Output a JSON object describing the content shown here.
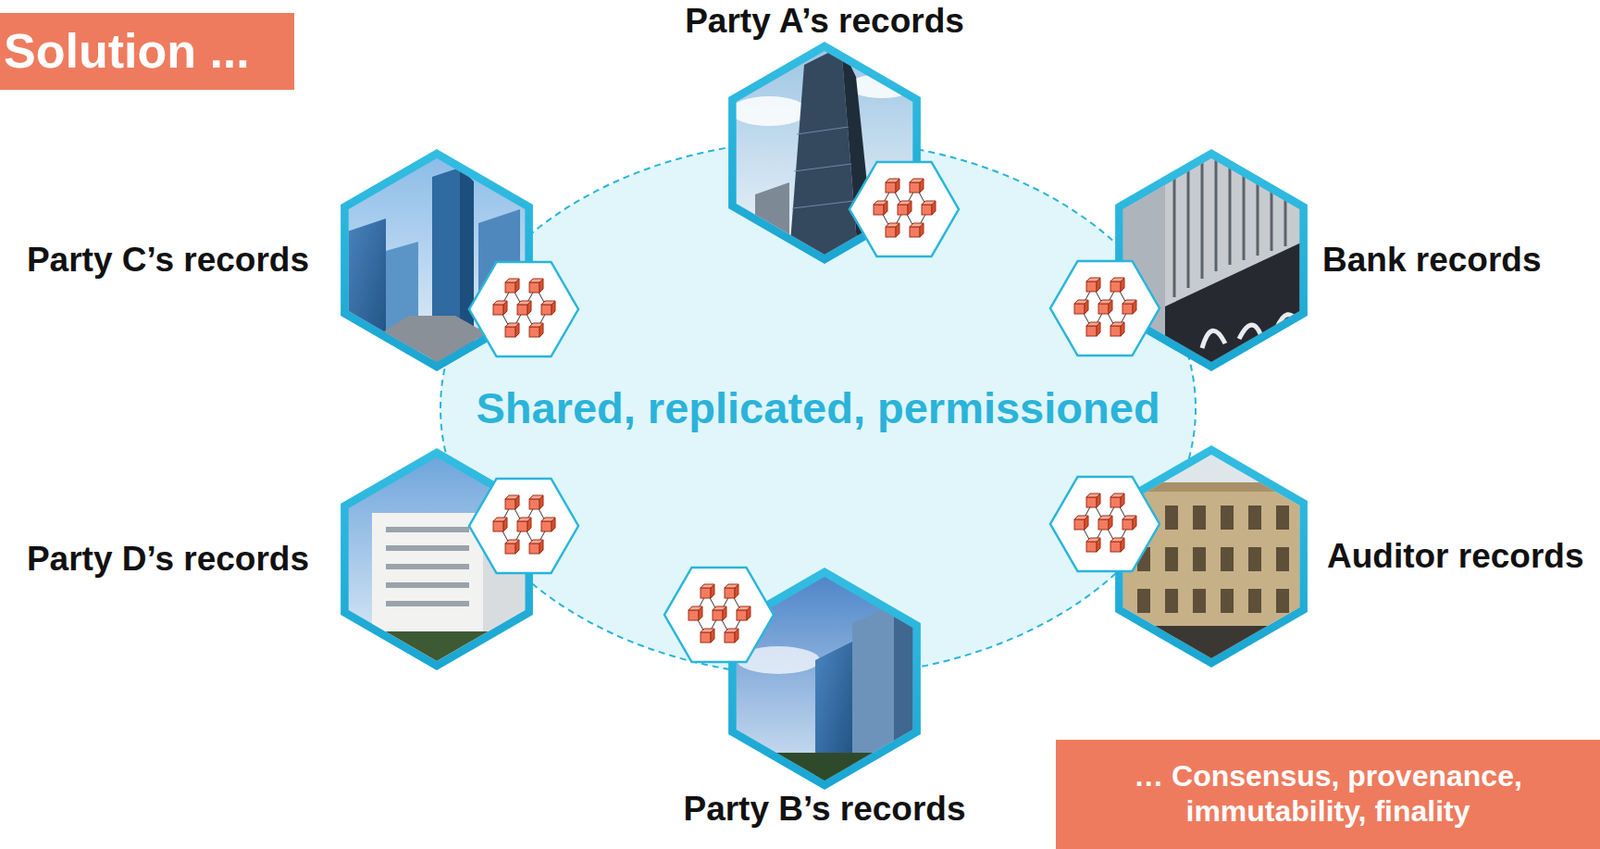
{
  "diagram": {
    "nodes": [
      {
        "text": [
          "Solution ..."
        ]
      },
      {
        "text": [
          "Party A’s records"
        ]
      },
      {
        "text": [
          "Party C’s records"
        ]
      },
      {
        "text": [
          "Bank records"
        ]
      },
      {
        "text": [
          "Shared, replicated, permissioned"
        ]
      },
      {
        "text": [
          "Party D’s records"
        ]
      },
      {
        "text": [
          "Auditor records"
        ]
      },
      {
        "text": [
          "Party B’s records"
        ]
      },
      {
        "text": [
          "… Consensus, provenance, immutability, finality"
        ]
      }
    ]
  }
}
